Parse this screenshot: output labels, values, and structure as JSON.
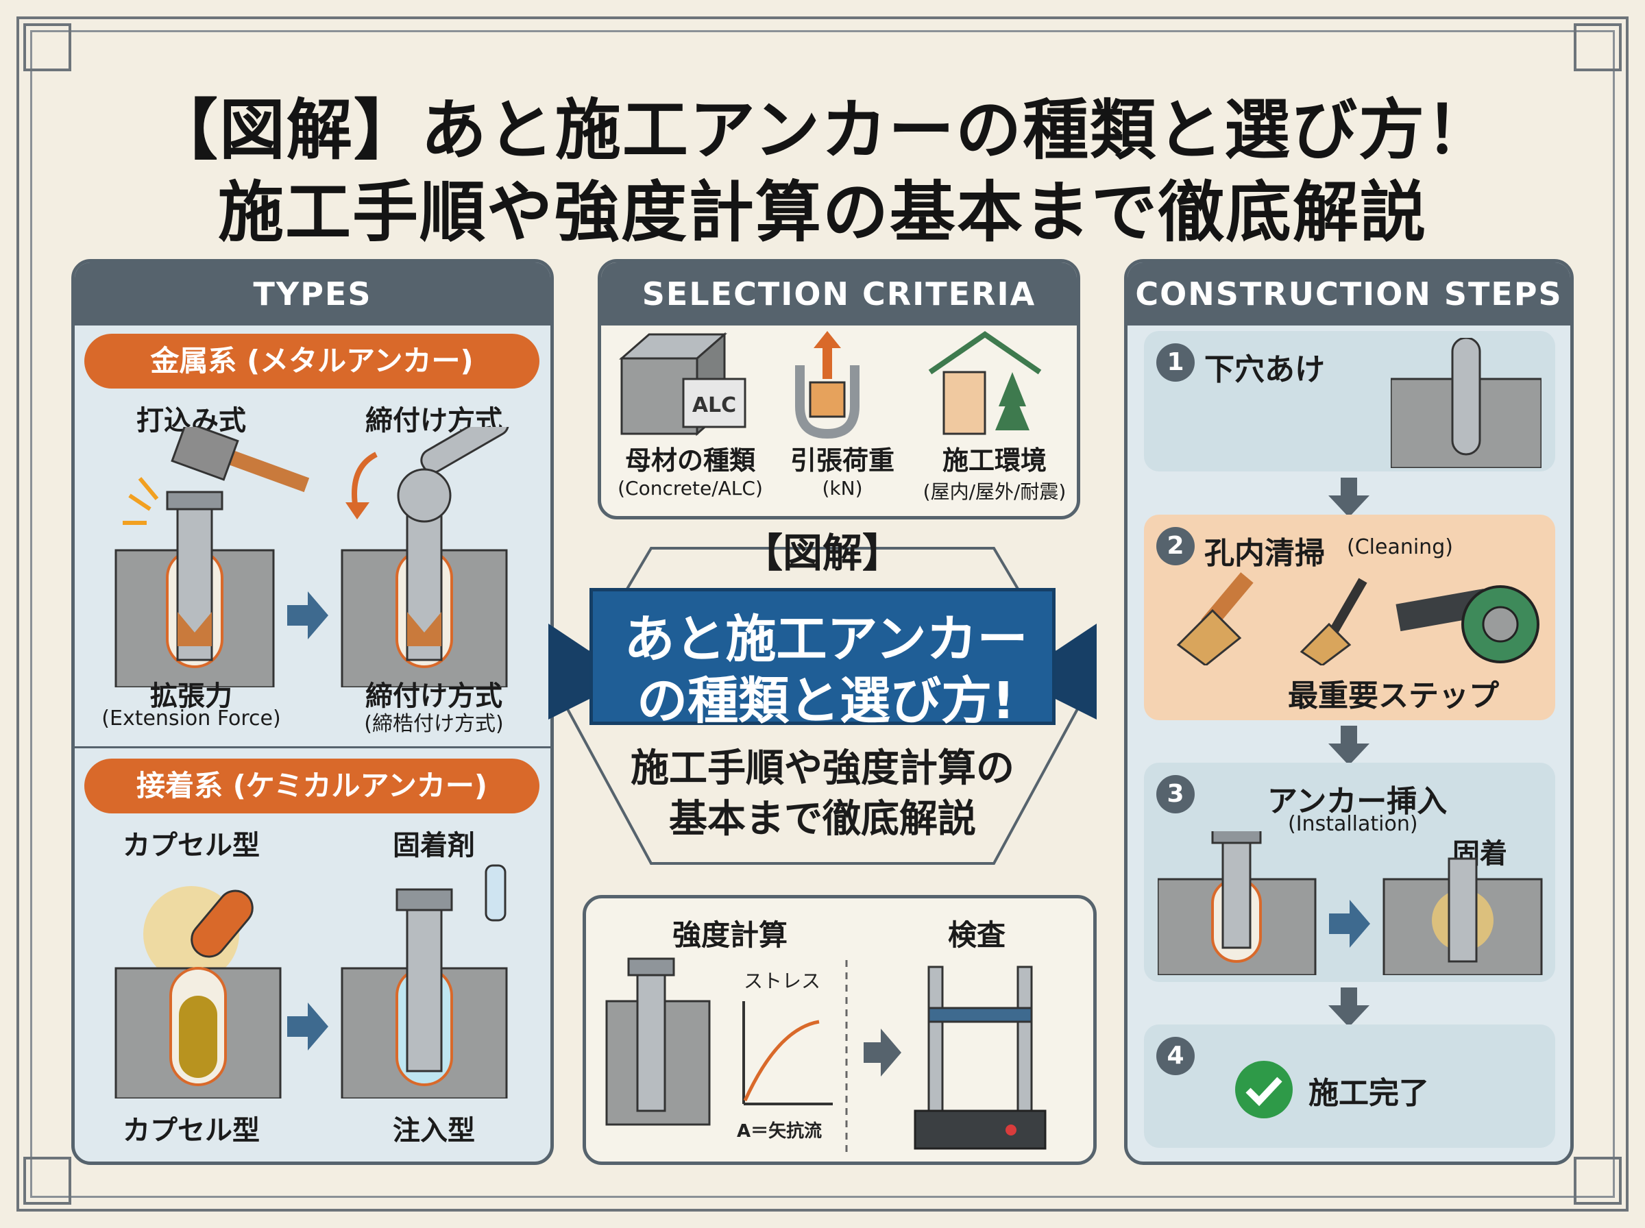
{
  "title": {
    "line1": "【図解】あと施工アンカーの種類と選び方！",
    "line2": "施工手順や強度計算の基本まで徹底解説"
  },
  "types": {
    "header": "TYPES",
    "metal": {
      "banner": "金属系 (メタルアンカー)",
      "left_top": "打込み式",
      "right_top": "締付け方式",
      "left_bottom": "拡張力",
      "left_bottom_sub": "(Extension Force)",
      "right_bottom": "締付け方式",
      "right_bottom_sub": "(締梏付け方式)"
    },
    "chemical": {
      "banner": "接着系 (ケミカルアンカー)",
      "left_top": "カプセル型",
      "right_top": "固着剤",
      "left_bottom": "カプセル型",
      "right_bottom": "注入型"
    }
  },
  "selection": {
    "header": "SELECTION CRITERIA",
    "alc_tag": "ALC",
    "items": [
      {
        "name": "母材の種類",
        "sub": "(Concrete/ALC)"
      },
      {
        "name": "引張荷重",
        "sub": "(kN)"
      },
      {
        "name": "施工環境",
        "sub": "(屋内/屋外/耐震)"
      }
    ]
  },
  "center": {
    "small": "【図解】",
    "ribbon_line1": "あと施工アンカー",
    "ribbon_line2": "の種類と選び方!",
    "sub_line1": "施工手順や強度計算の",
    "sub_line2": "基本まで徹底解説"
  },
  "bottom": {
    "left_title": "強度計算",
    "right_title": "検査",
    "y_label": "ストレス",
    "x_label": "A＝矢抗流"
  },
  "steps": {
    "header": "CONSTRUCTION STEPS",
    "items": [
      {
        "num": "1",
        "label": "下穴あけ"
      },
      {
        "num": "2",
        "label": "孔内清掃",
        "sub": "(Cleaning)",
        "note": "最重要ステップ"
      },
      {
        "num": "3",
        "label": "アンカー挿入",
        "sub": "(Installation)",
        "note": "固着"
      },
      {
        "num": "4",
        "label": "施工完了"
      }
    ]
  },
  "colors": {
    "panel": "#56636d",
    "accent_orange": "#d9692a",
    "ribbon_blue": "#1f5e96",
    "concrete": "#9a9c9c",
    "highlight": "#f5d3b2",
    "check_green": "#2e9a48"
  }
}
